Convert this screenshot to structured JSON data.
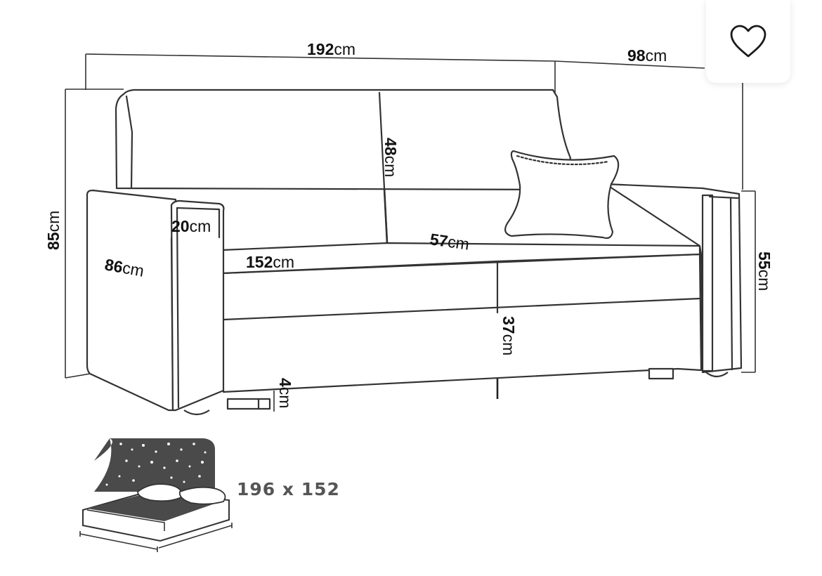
{
  "favorite_button": {
    "icon": "heart-outline-icon"
  },
  "dimensions": {
    "total_width": {
      "value": "192",
      "unit": "cm"
    },
    "depth": {
      "value": "98",
      "unit": "cm"
    },
    "total_height": {
      "value": "85",
      "unit": "cm"
    },
    "backrest_height": {
      "value": "48",
      "unit": "cm"
    },
    "armrest_width": {
      "value": "20",
      "unit": "cm"
    },
    "armrest_depth": {
      "value": "86",
      "unit": "cm"
    },
    "seat_width": {
      "value": "152",
      "unit": "cm"
    },
    "seat_depth": {
      "value": "57",
      "unit": "cm"
    },
    "seat_height": {
      "value": "37",
      "unit": "cm"
    },
    "armrest_height": {
      "value": "55",
      "unit": "cm"
    },
    "leg_height": {
      "value": "4",
      "unit": "cm"
    }
  },
  "bed": {
    "size_label": "196 x 152",
    "icon": "sofa-bed-night-icon"
  }
}
